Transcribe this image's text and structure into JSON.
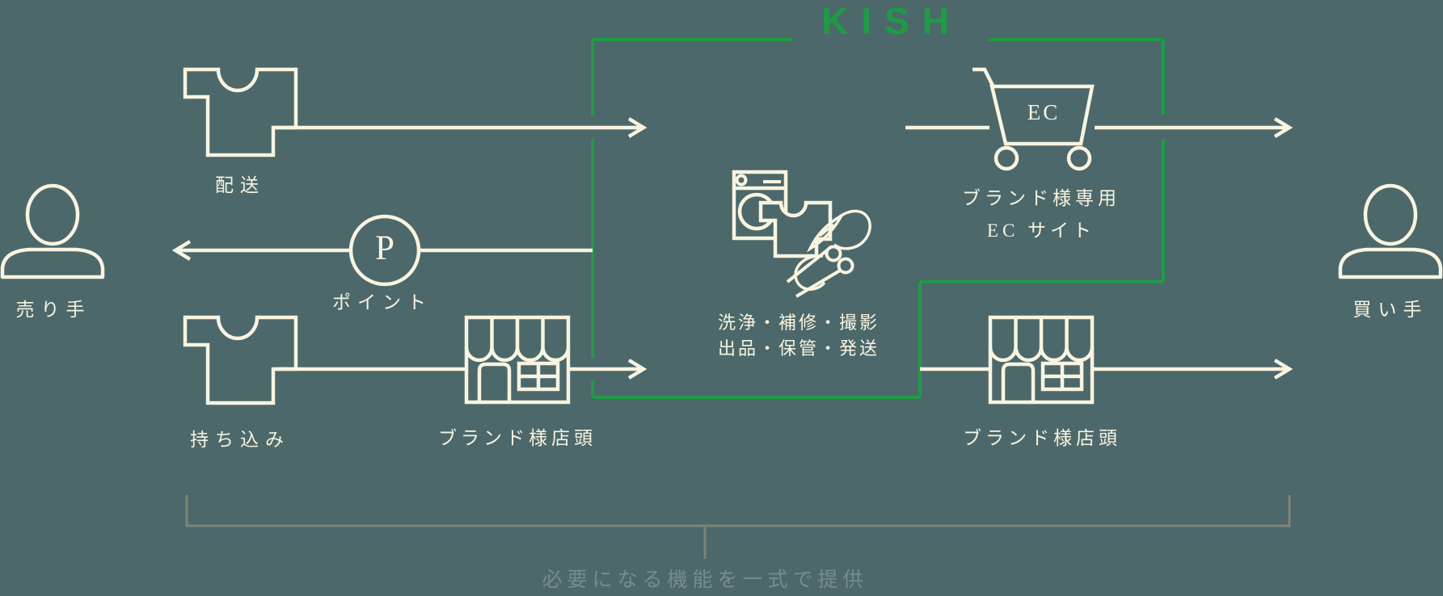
{
  "title": "KISH",
  "colors": {
    "background": "#4C686B",
    "line_cream": "#F8F4E0",
    "brand_green": "#1F9B46",
    "bracket_grey": "#7E8474"
  },
  "seller": {
    "label": "売り手"
  },
  "buyer": {
    "label": "買い手"
  },
  "flows": {
    "delivery": {
      "label": "配送"
    },
    "points": {
      "badge": "P",
      "label": "ポイント"
    },
    "dropoff": {
      "label": "持ち込み"
    },
    "store_in": {
      "label": "ブランド様店頭"
    },
    "ec": {
      "cart_label": "EC",
      "line1": "ブランド様専用",
      "line2": "EC サイト"
    },
    "store_out": {
      "label": "ブランド様店頭"
    }
  },
  "kish_services": {
    "line1": "洗浄・補修・撮影",
    "line2": "出品・保管・発送"
  },
  "footnote": "必要になる機能を一式で提供",
  "icons": [
    "person-icon",
    "tshirt-icon",
    "point-circle-icon",
    "store-icon",
    "washing-machine-icon",
    "needle-thread-icon",
    "scissors-icon",
    "cart-icon",
    "arrow-icon",
    "brace-icon"
  ]
}
